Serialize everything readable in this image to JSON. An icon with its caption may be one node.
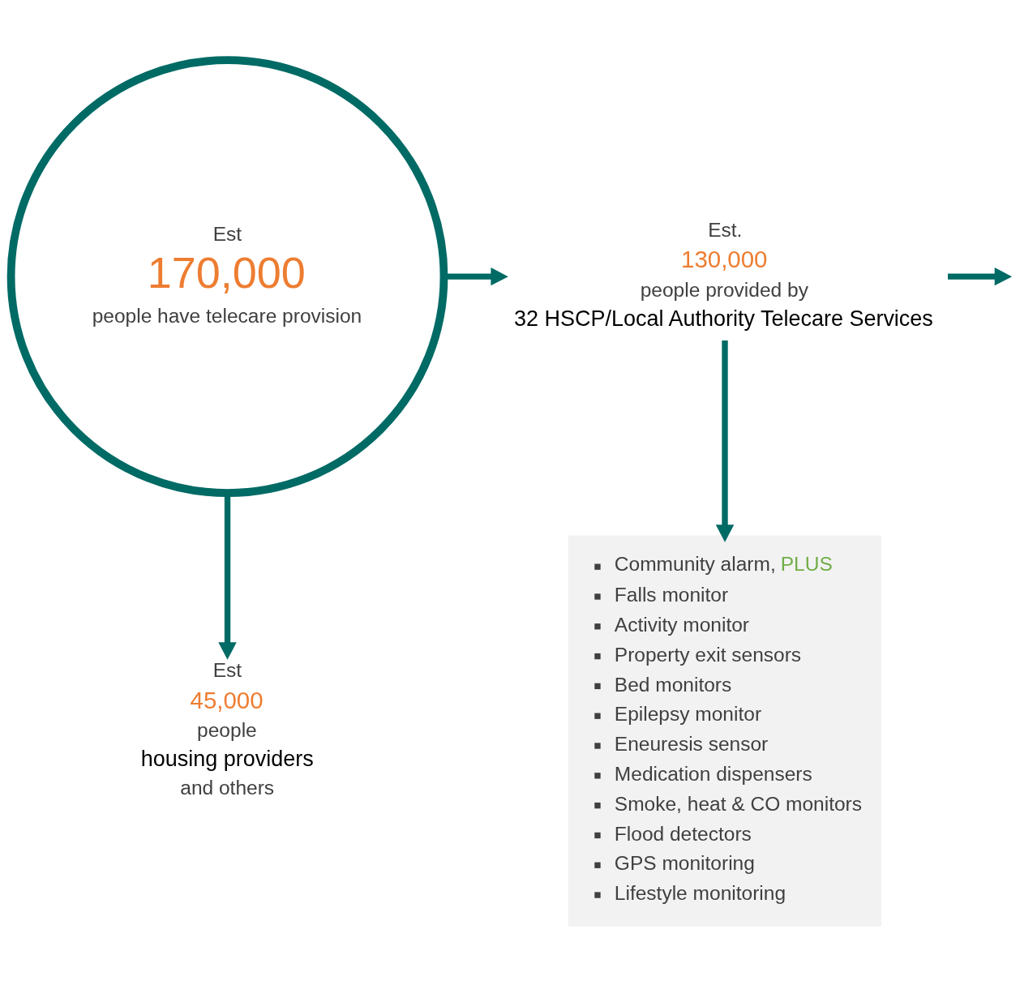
{
  "diagram": {
    "nodes": [
      {
        "text": [
          "Est",
          "170,000",
          "people have telecare provision"
        ]
      },
      {
        "text": [
          "Est.",
          "130,000",
          "people provided by",
          "32 HSCP/Local Authority Telecare Services"
        ]
      },
      {
        "text": [
          "Est",
          "45,000",
          "people",
          "housing providers",
          "and others"
        ]
      },
      {
        "text": [
          "Community alarm, PLUS",
          "Falls monitor",
          "Activity monitor",
          "Property exit sensors",
          "Bed monitors",
          "Epilepsy monitor",
          "Eneuresis sensor",
          "Medication dispensers",
          "Smoke, heat & CO monitors",
          "Flood detectors",
          "GPS monitoring",
          "Lifestyle monitoring"
        ]
      }
    ],
    "edges": [
      {
        "from": 0,
        "to": 1,
        "arrow": "to"
      },
      {
        "from": 1,
        "to": null,
        "arrow": "to"
      },
      {
        "from": 1,
        "to": 3,
        "arrow": "to"
      },
      {
        "from": 0,
        "to": 2,
        "arrow": "to"
      }
    ]
  }
}
